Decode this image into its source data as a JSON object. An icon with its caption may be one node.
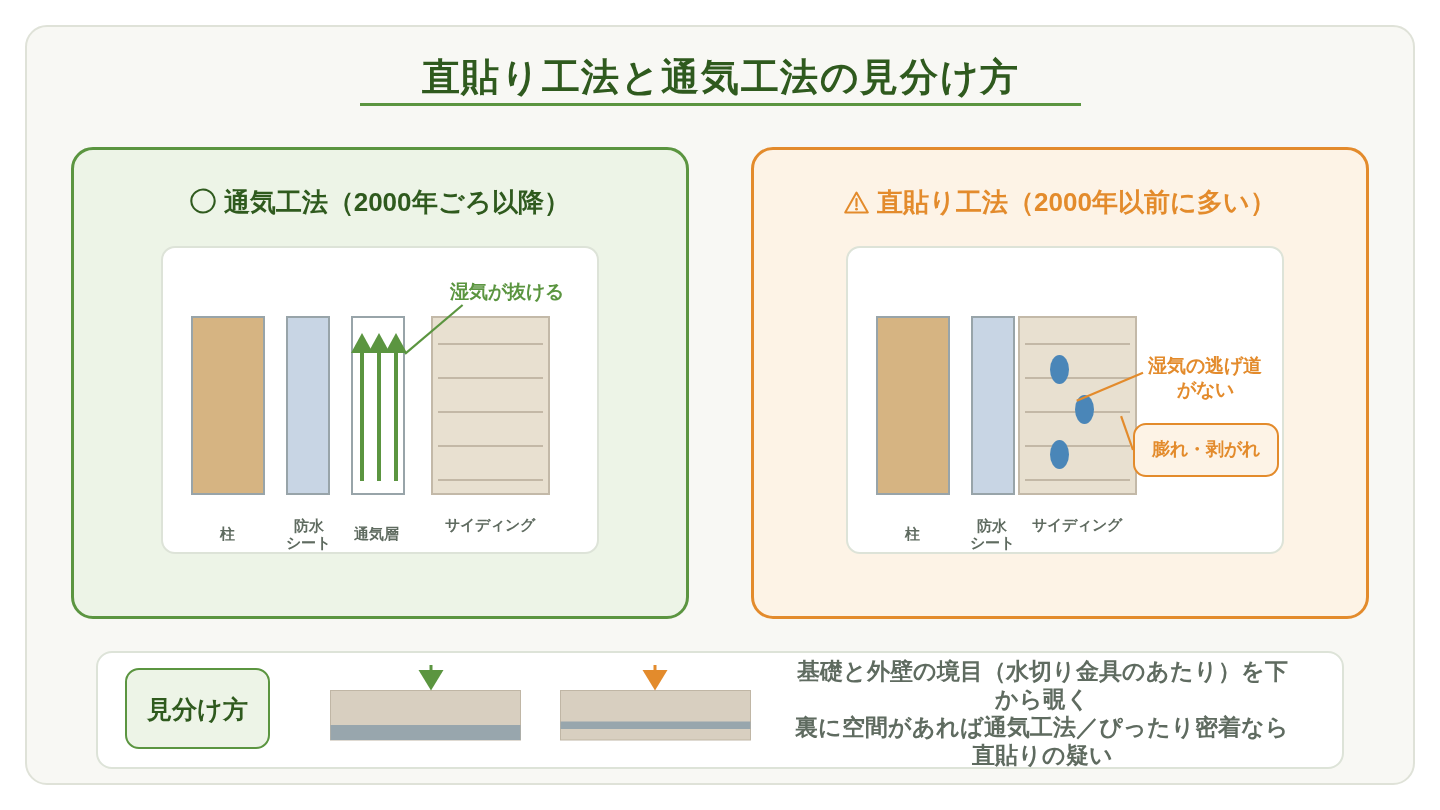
{
  "diagram": {
    "title": "直貼り工法と通気工法の見分け方",
    "nodes": [
      {
        "text": [
          "◯ 通気工法（2000年ごろ以降）"
        ]
      },
      {
        "text": [],
        "shape": "box",
        "in": 0
      },
      {
        "text": [
          "湿気が抜ける"
        ],
        "in": 1
      },
      {
        "text": [],
        "shape": "box",
        "in": 1,
        "beside": [
          "柱"
        ]
      },
      {
        "text": [],
        "shape": "box",
        "in": 1,
        "beside": [
          "防水シート"
        ]
      },
      {
        "text": [],
        "shape": "box",
        "in": 1,
        "beside": [
          "通気層"
        ]
      },
      {
        "text": [],
        "shape": "box",
        "in": 1,
        "beside": [
          "サイディング"
        ]
      },
      {
        "text": [
          "直貼り工法（2000年以前に多い）"
        ]
      },
      {
        "text": [],
        "shape": "box",
        "in": 7
      },
      {
        "text": [],
        "shape": "box",
        "in": 8,
        "beside": [
          "柱"
        ]
      },
      {
        "text": [],
        "shape": "box",
        "in": 8,
        "beside": [
          "防水シート"
        ]
      },
      {
        "text": [],
        "shape": "box",
        "in": 8,
        "beside": [
          "サイディング"
        ]
      },
      {
        "text": [],
        "shape": "circle",
        "in": 11
      },
      {
        "text": [],
        "shape": "circle",
        "in": 11
      },
      {
        "text": [],
        "shape": "circle",
        "in": 11
      },
      {
        "text": [
          "湿気の逃げ道がない"
        ],
        "in": 8
      },
      {
        "text": [
          "膨れ・剥がれ"
        ],
        "in": 8
      },
      {
        "text": [],
        "shape": "box"
      },
      {
        "text": [
          "見分け方"
        ],
        "in": 17
      }
    ],
    "edges": [
      {
        "from": 2,
        "to": 5,
        "arrow": "none",
        "color": "#5b9540"
      },
      {
        "from": 15,
        "to": 13,
        "arrow": "none"
      },
      {
        "from": 16,
        "to": 11,
        "arrow": "none"
      }
    ],
    "labels": [
      "基礎と外壁の境目（水切り金具のあたり）を下から覗く",
      "裏に空間があれば通気工法／ぴったり密着なら直貼りの疑い"
    ]
  }
}
